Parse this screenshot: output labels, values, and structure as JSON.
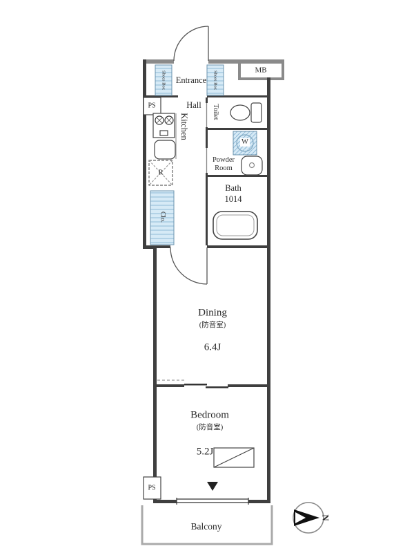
{
  "rooms": {
    "entrance": "Entrance",
    "hall": "Hall",
    "toilet": "Toilet",
    "kitchen": "Kitchen",
    "powder_room": "Powder Room",
    "bath_name": "Bath",
    "bath_size": "1014",
    "closet": "Clo.",
    "dining": {
      "name": "Dining",
      "note": "(防音室)",
      "size": "6.4J"
    },
    "bedroom": {
      "name": "Bedroom",
      "note": "(防音室)",
      "size": "5.2J"
    },
    "balcony": "Balcony"
  },
  "labels": {
    "meter_box": "MB",
    "pipe_space_top": "PS",
    "pipe_space_bottom": "PS",
    "shoes_box_left": "Shoes Box",
    "shoes_box_right": "Shoes Box",
    "washer": "W",
    "refrigerator": "R",
    "north": "N"
  },
  "colors": {
    "wall_dark": "#3f3f3f",
    "wall_light": "#8a8a8a",
    "storage_fill": "#d6eaf6",
    "storage_hatch": "#8fb9d6",
    "balcony_wall": "#aaaaaa",
    "text": "#2b2b2b",
    "background": "#ffffff"
  }
}
